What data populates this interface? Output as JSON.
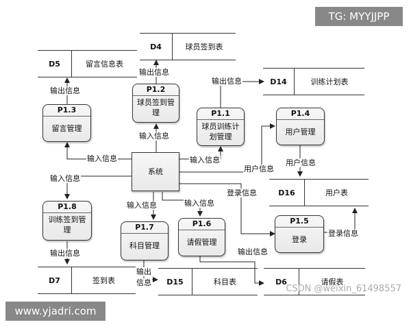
{
  "processes": {
    "system": {
      "name": "系统"
    },
    "p11": {
      "id": "P1.1",
      "name": "球员训练计划管理"
    },
    "p12": {
      "id": "P1.2",
      "name": "球员签到管理"
    },
    "p13": {
      "id": "P1.3",
      "name": "留言管理"
    },
    "p14": {
      "id": "P1.4",
      "name": "用户管理"
    },
    "p15": {
      "id": "P1.5",
      "name": "登录"
    },
    "p16": {
      "id": "P1.6",
      "name": "请假管理"
    },
    "p17": {
      "id": "P1.7",
      "name": "科目管理"
    },
    "p18": {
      "id": "P1.8",
      "name": "训练签到管理"
    }
  },
  "stores": {
    "d4": {
      "id": "D4",
      "name": "球员签到表"
    },
    "d5": {
      "id": "D5",
      "name": "留言信息表"
    },
    "d14": {
      "id": "D14",
      "name": "训练计划表"
    },
    "d16": {
      "id": "D16",
      "name": "用户表"
    },
    "d7": {
      "id": "D7",
      "name": "签到表"
    },
    "d15": {
      "id": "D15",
      "name": "科目表"
    },
    "d6": {
      "id": "D6",
      "name": "请假表"
    }
  },
  "labels": {
    "out_d5": "输出信息",
    "out_d4": "输出信息",
    "out_d14": "输出信息",
    "in_p12": "输入信息",
    "in_p13": "输入信息",
    "in_p11": "输入信息",
    "user_info_p14": "用户信息",
    "user_info_d16": "用户信息",
    "in_p18": "输入信息",
    "login_info": "登录信息",
    "in_p17": "输入信息",
    "in_p16": "输入信息",
    "login_info_d16": "登录信息",
    "out_d7": "输出信息",
    "out_d15_a": "输出",
    "out_d15_b": "信息",
    "out_d6": "输出信息"
  },
  "watermarks": {
    "top_right": "TG: MYYJJPP",
    "bottom_left": "www.yjadri.com",
    "csdn": "CSDN @weixin_61498557"
  }
}
